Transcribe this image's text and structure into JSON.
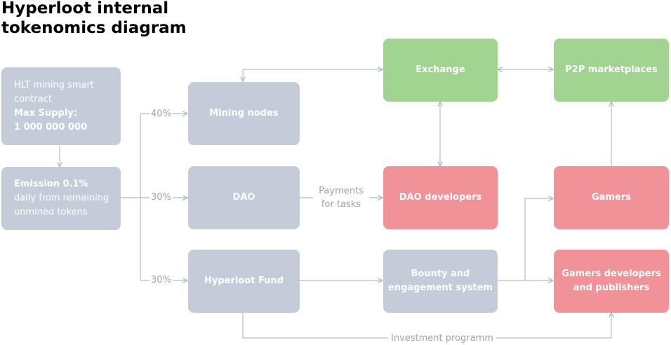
{
  "title": {
    "line1": "Hyperloot internal",
    "line2": "tokenomics diagram"
  },
  "nodes": {
    "mining_contract": {
      "line1": "HLT mining smart",
      "line2": "contract",
      "line3": "Max Supply:",
      "line4": "1 000 000 000"
    },
    "emission": {
      "line1": "Emission 0.1%",
      "line2": "daily from remaining",
      "line3": "unmined tokens"
    },
    "mining_nodes": "Mining nodes",
    "dao": "DAO",
    "hyperloot_fund": "Hyperloot Fund",
    "exchange": "Exchange",
    "dao_developers": "DAO developers",
    "bounty": {
      "line1": "Bounty and",
      "line2": "engagement system"
    },
    "p2p": "P2P marketplaces",
    "gamers": "Gamers",
    "game_devs": {
      "line1": "Gamers developers",
      "line2": "and publishers"
    }
  },
  "percentages": {
    "mining_nodes": "40%",
    "dao": "30%",
    "hyperloot_fund": "30%"
  },
  "edge_labels": {
    "payments": {
      "line1": "Payments",
      "line2": "for tasks"
    },
    "investment": "Investment programm"
  },
  "colors": {
    "gray_box": "#c3ccd8",
    "green_box": "#a1d391",
    "red_box": "#f19299",
    "connector": "#b3bcc8",
    "label_text": "#9ba4b1"
  }
}
